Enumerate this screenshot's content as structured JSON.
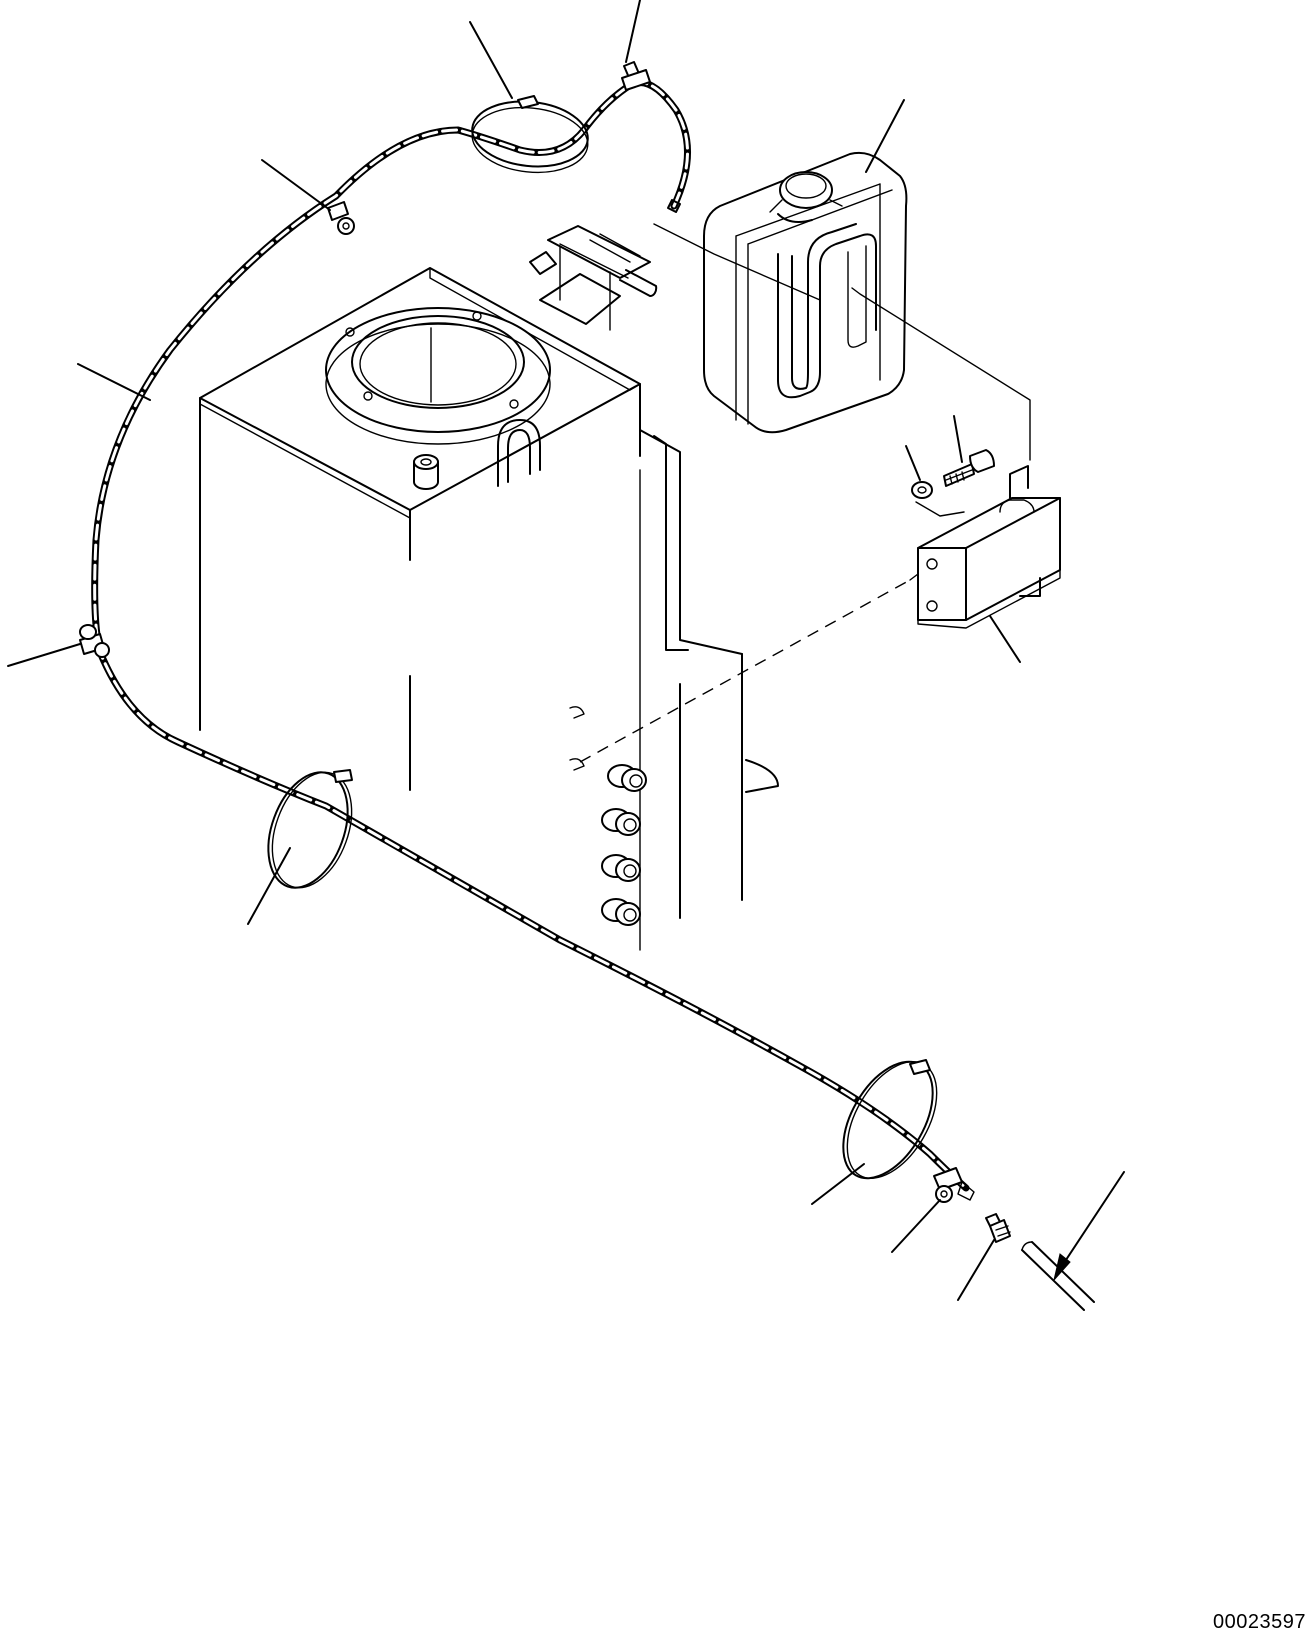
{
  "diagram": {
    "drawing_number": "00023597",
    "parts": [
      "hydraulic-tank",
      "washer-tank",
      "washer-hose",
      "hose-clamp-band",
      "hose-clip",
      "mounting-bracket",
      "bolt",
      "washer",
      "hose-connector",
      "leader-line",
      "direction-arrow"
    ]
  }
}
